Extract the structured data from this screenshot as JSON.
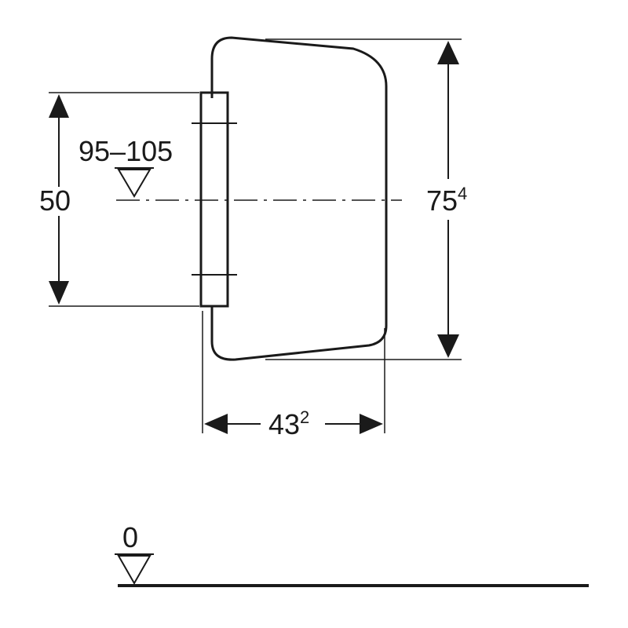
{
  "drawing": {
    "height_label": "50",
    "height_range_label": "95–105",
    "overall_height_main": "75",
    "overall_height_sup": "4",
    "depth_main": "43",
    "depth_sup": "2",
    "floor_label": "0"
  }
}
